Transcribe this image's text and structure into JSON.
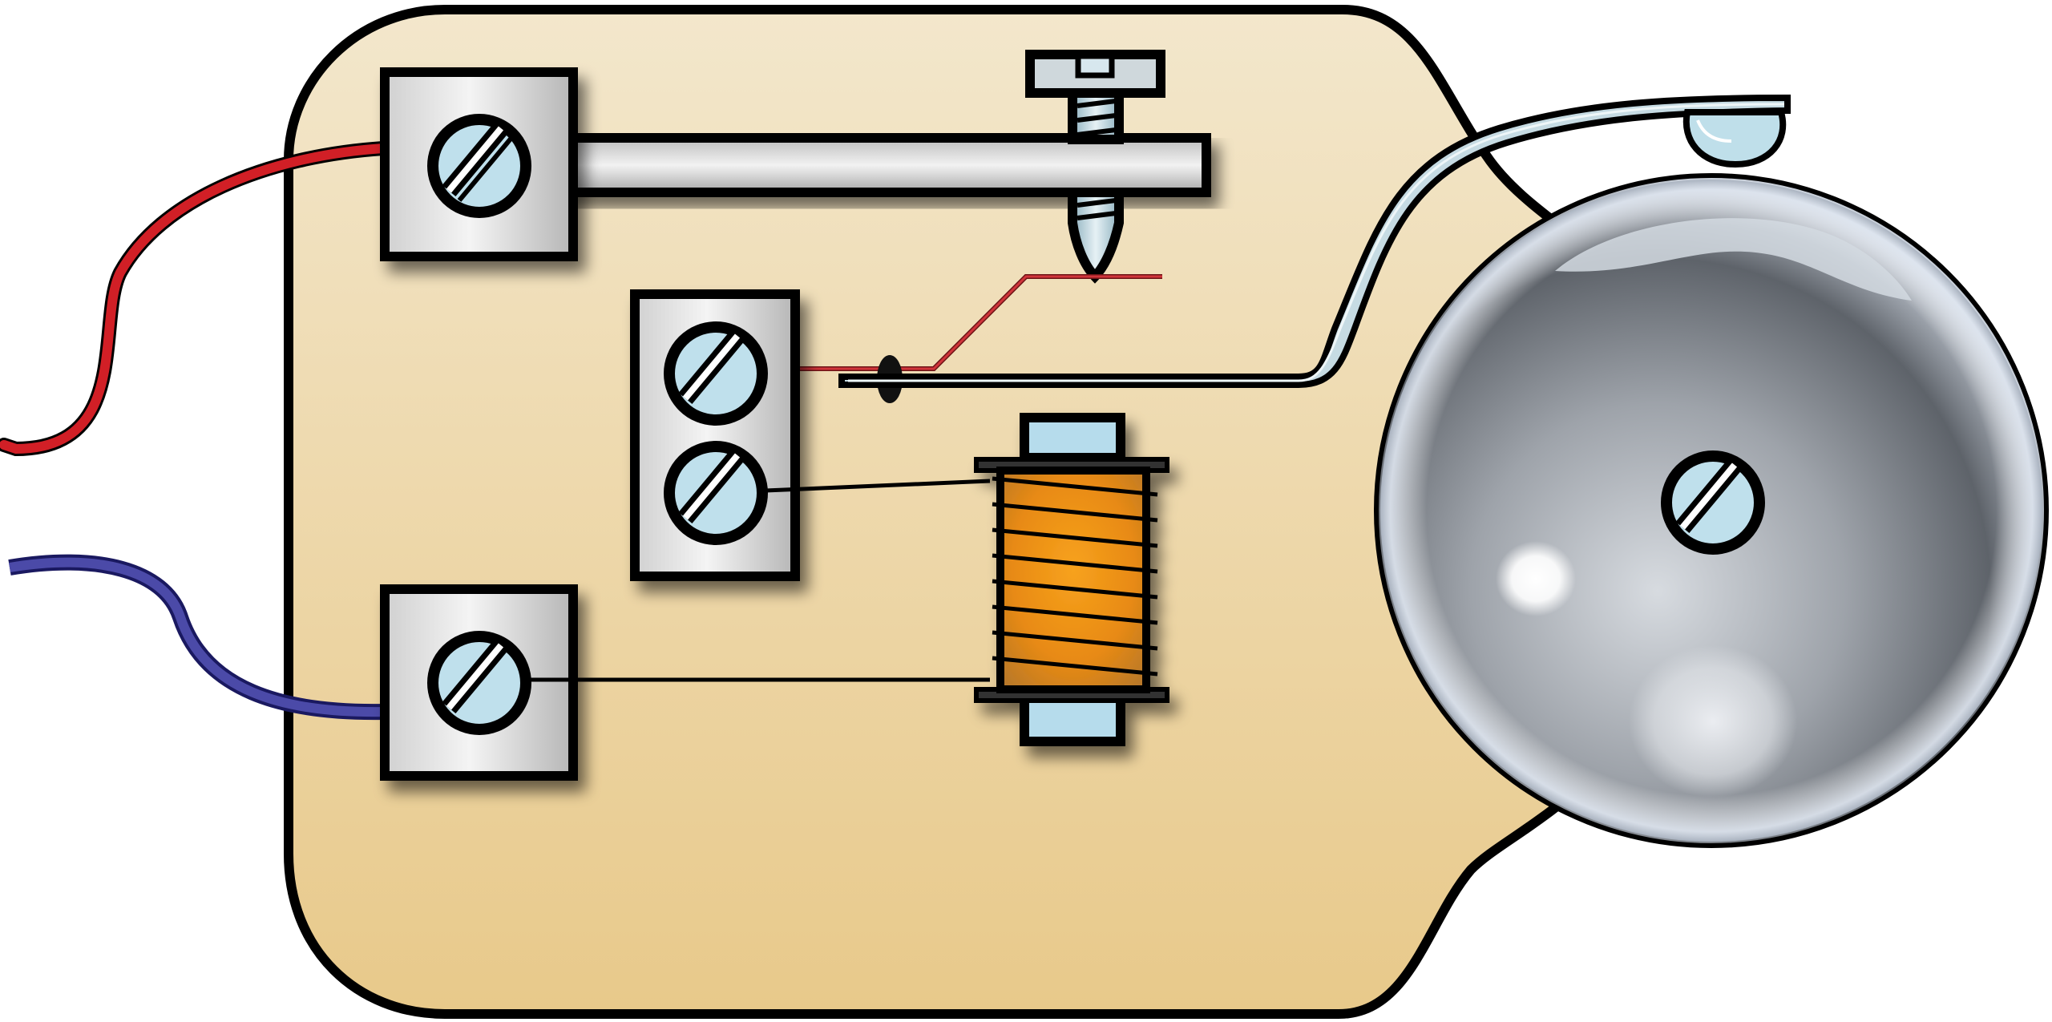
{
  "diagram": {
    "subject": "electric-bell",
    "colors": {
      "board_light": "#f3e7cc",
      "board_dark": "#e8c98a",
      "outline": "#000000",
      "terminal_light": "#f2f2f2",
      "terminal_mid": "#bcbcbc",
      "screw_head": "#bfe0ec",
      "metal_light": "#e8eef2",
      "metal_blue": "#bcd6e0",
      "coil_orange": "#f29a1c",
      "coil_dark": "#b45f10",
      "wire_red": "#d11f26",
      "wire_blue": "#4b4aa8",
      "contact_red": "#c0282c",
      "gong_light": "#e9eef3",
      "gong_dark": "#4e5258"
    },
    "components": [
      {
        "name": "base-board",
        "icon": "board-icon"
      },
      {
        "name": "terminal-top",
        "icon": "screw-terminal-icon"
      },
      {
        "name": "terminal-middle",
        "icon": "double-screw-terminal-icon"
      },
      {
        "name": "terminal-bottom",
        "icon": "screw-terminal-icon"
      },
      {
        "name": "contact-bar",
        "icon": "metal-bar-icon"
      },
      {
        "name": "adjusting-screw",
        "icon": "screw-icon"
      },
      {
        "name": "contact-spring",
        "icon": "spring-contact-icon"
      },
      {
        "name": "armature-striker",
        "icon": "hammer-icon"
      },
      {
        "name": "electromagnet-coil",
        "icon": "coil-icon"
      },
      {
        "name": "gong",
        "icon": "bell-icon"
      },
      {
        "name": "wire-red",
        "icon": "wire-icon"
      },
      {
        "name": "wire-blue",
        "icon": "wire-icon"
      }
    ]
  }
}
